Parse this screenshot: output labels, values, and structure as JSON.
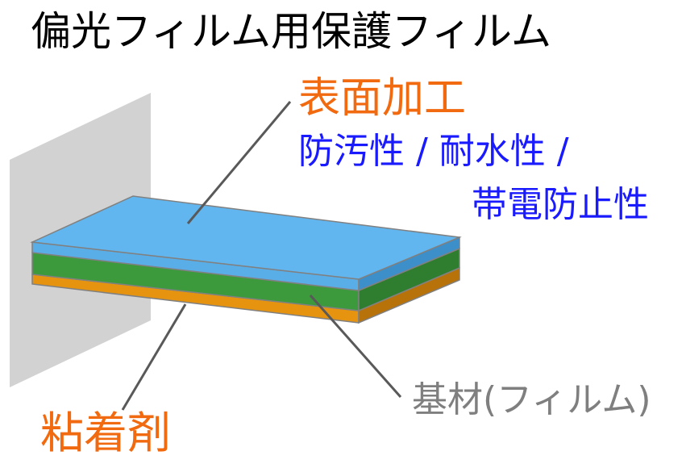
{
  "title": "偏光フィルム用保護フィルム",
  "labels": {
    "surface_treatment": "表面加工",
    "properties_line1": "防汚性 / 耐水性 /",
    "properties_line2": "帯電防止性",
    "base_film": "基材(フィルム)",
    "adhesive": "粘着剤"
  },
  "colors": {
    "accent_orange": "#f26a10",
    "accent_blue": "#1a1aff",
    "label_gray": "#7f7f7f",
    "layer_top_blue": "#5db4ee",
    "layer_middle_green": "#3c9a3c",
    "layer_bottom_orange": "#e6940f",
    "wall_gray": "#d2d2d2"
  }
}
